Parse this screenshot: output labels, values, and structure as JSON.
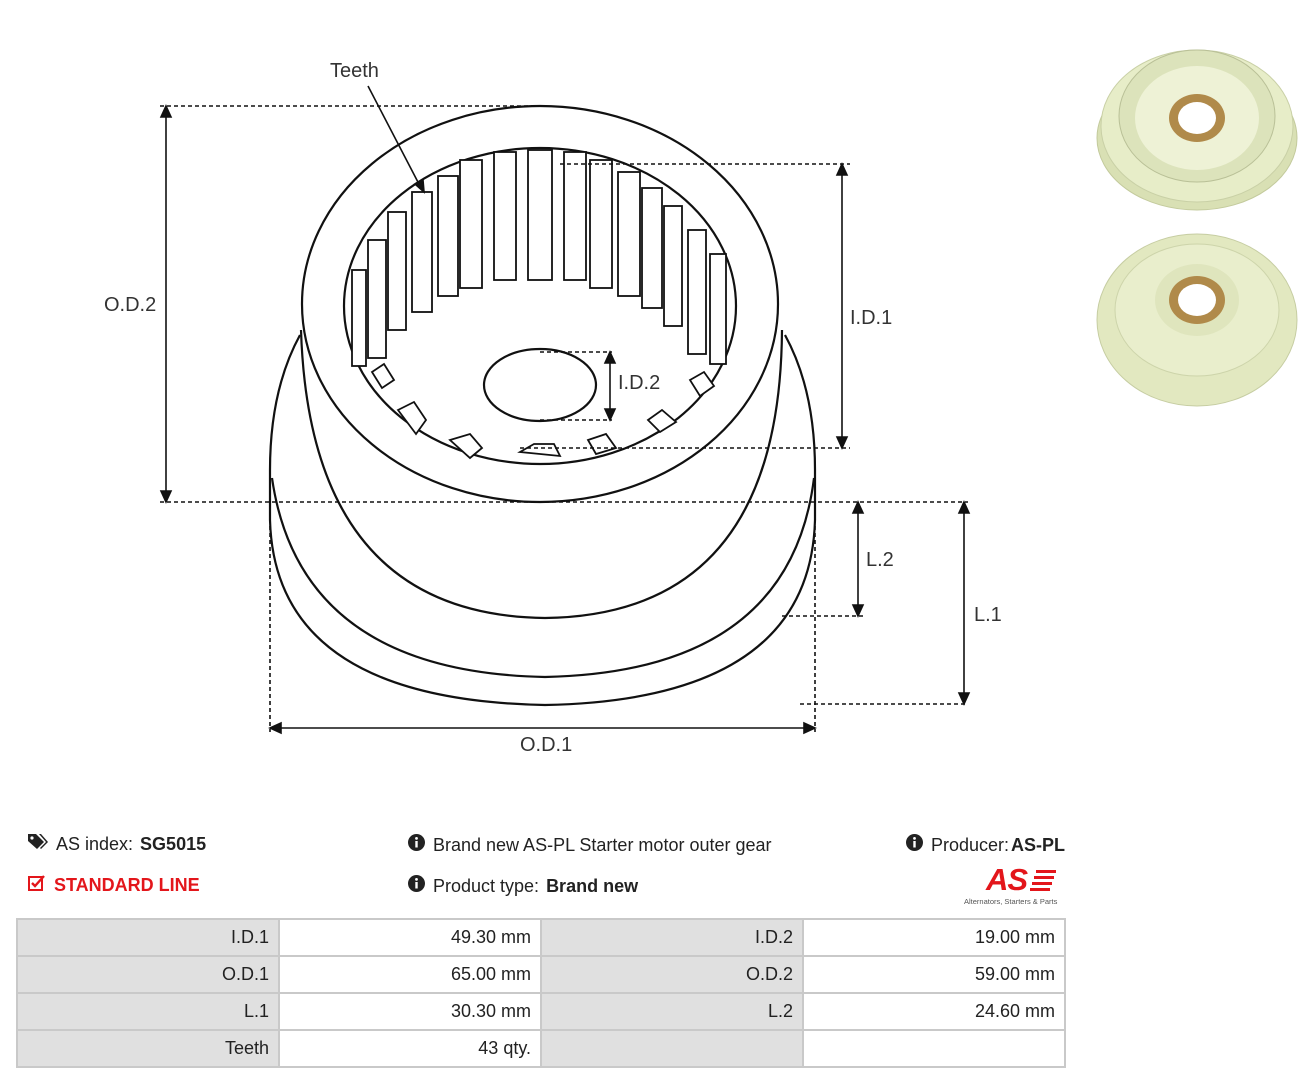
{
  "diagram": {
    "labels": {
      "teeth": "Teeth",
      "od2": "O.D.2",
      "id1": "I.D.1",
      "id2": "I.D.2",
      "l2": "L.2",
      "l1": "L.1",
      "od1": "O.D.1"
    }
  },
  "info": {
    "as_index_label": "AS index:",
    "as_index_value": "SG5015",
    "standard_line": "STANDARD LINE",
    "description": "Brand new AS-PL Starter motor outer gear",
    "product_type_label": "Product type:",
    "product_type_value": "Brand new",
    "producer_label": "Producer:",
    "producer_value": "AS-PL",
    "logo_text": "AS",
    "logo_tagline": "Alternators, Starters & Parts"
  },
  "specs": [
    {
      "label": "I.D.1",
      "value": "49.30 mm",
      "label2": "I.D.2",
      "value2": "19.00 mm"
    },
    {
      "label": "O.D.1",
      "value": "65.00 mm",
      "label2": "O.D.2",
      "value2": "59.00 mm"
    },
    {
      "label": "L.1",
      "value": "30.30 mm",
      "label2": "L.2",
      "value2": "24.60 mm"
    },
    {
      "label": "Teeth",
      "value": "43 qty.",
      "label2": "",
      "value2": ""
    }
  ],
  "colors": {
    "accent_red": "#e3161b",
    "part_color": "#e7edc8"
  }
}
